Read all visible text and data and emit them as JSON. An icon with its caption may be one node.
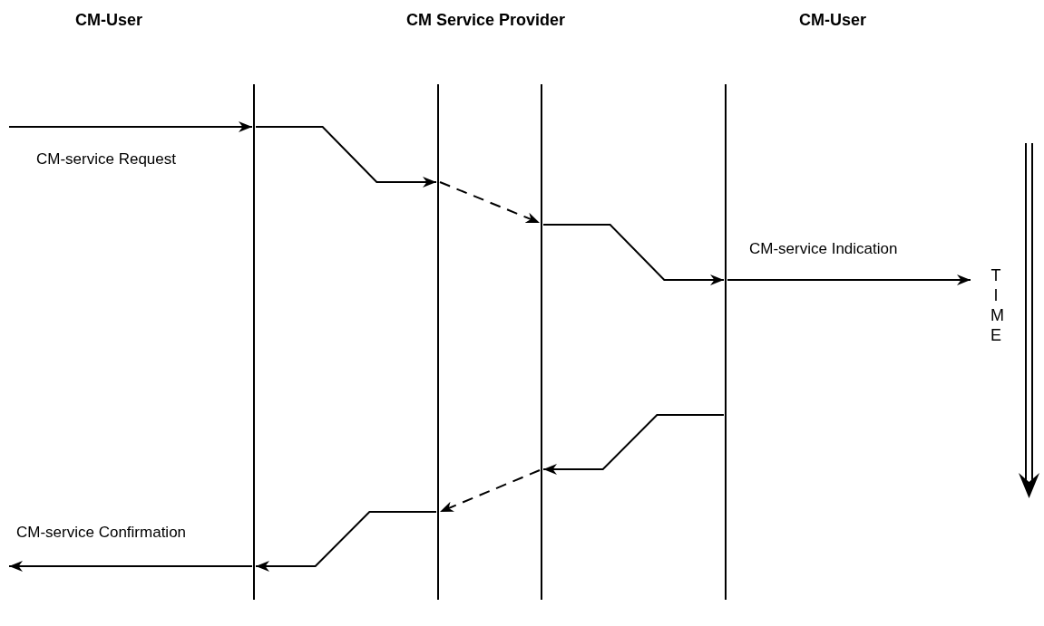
{
  "diagram": {
    "nodes": [
      {
        "text": [],
        "shape": "line"
      },
      {
        "text": [],
        "shape": "line"
      },
      {
        "text": [],
        "shape": "line"
      },
      {
        "text": [],
        "shape": "line"
      }
    ],
    "edges": [
      {
        "from": null,
        "to": 0,
        "arrow": "to",
        "label": "CM-service Request"
      },
      {
        "from": 0,
        "to": 1,
        "arrow": "to"
      },
      {
        "from": 1,
        "to": 2,
        "arrow": "to",
        "style": "dashed"
      },
      {
        "from": 2,
        "to": 3,
        "arrow": "to"
      },
      {
        "from": 3,
        "to": null,
        "arrow": "to",
        "label": "CM-service Indication"
      },
      {
        "from": 3,
        "to": 2,
        "arrow": "to"
      },
      {
        "from": 2,
        "to": 1,
        "arrow": "to",
        "style": "dashed"
      },
      {
        "from": 1,
        "to": 0,
        "arrow": "to"
      },
      {
        "from": 0,
        "to": null,
        "arrow": "to",
        "label": "CM-service Confirmation"
      }
    ],
    "labels": [
      "CM-User",
      "CM Service Provider",
      "CM-User",
      "TIME"
    ]
  }
}
